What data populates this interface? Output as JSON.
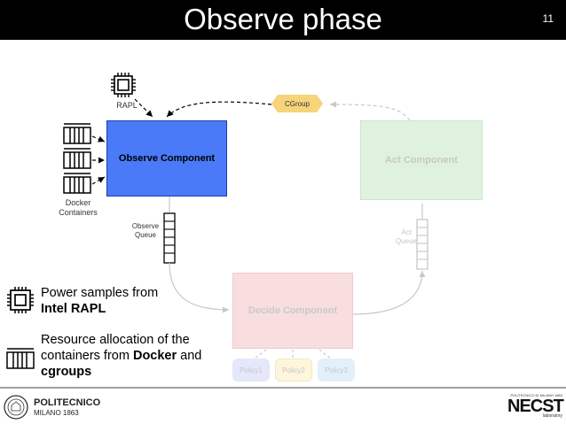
{
  "slide": {
    "title": "Observe phase",
    "page_number": "11"
  },
  "diagram": {
    "observe_component": "Observe Component",
    "act_component": "Act Component",
    "decide_component": "Decide Component",
    "cgroup": "CGroup",
    "rapl": "RAPL",
    "docker_containers": [
      "Docker",
      "Containers"
    ],
    "observe_queue": [
      "Observe",
      "Queue"
    ],
    "act_queue": [
      "Act",
      "Queue"
    ],
    "policies": [
      "Policy1",
      "Policy2",
      "Policy3"
    ]
  },
  "legend": {
    "rapl_line1": "Power samples from",
    "rapl_line2": "Intel RAPL",
    "docker_line1": "Resource allocation of the",
    "docker_line2_prefix": "containers from ",
    "docker_line2_bold": "Docker",
    "docker_line2_suffix": " and",
    "docker_line3": "cgroups"
  },
  "footer": {
    "left_logo_line1": "POLITECNICO",
    "left_logo_line2": "MILANO 1863",
    "right_logo_top": "POLITECNICO DI MILANO 1863",
    "right_logo_main_a": "NE",
    "right_logo_main_b": "CST",
    "right_logo_sub": "laboratory"
  },
  "colors": {
    "observe_fill": "#4a7af7",
    "act_fill": "#dff2df",
    "decide_fill": "#f8dede",
    "cgroup_fill": "#f7d37a",
    "faded_text": "#bbbbbb"
  }
}
